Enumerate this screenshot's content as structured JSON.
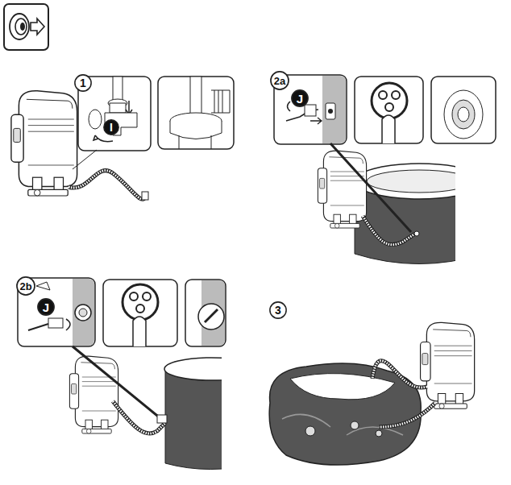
{
  "diagram": {
    "nodes": [
      {
        "text": [
          "1"
        ]
      },
      {
        "text": [
          "I"
        ]
      },
      {
        "text": [
          "2a"
        ]
      },
      {
        "text": [
          "J"
        ]
      },
      {
        "text": [
          "2b"
        ]
      },
      {
        "text": [
          "J"
        ]
      },
      {
        "text": [
          "3"
        ]
      }
    ]
  }
}
